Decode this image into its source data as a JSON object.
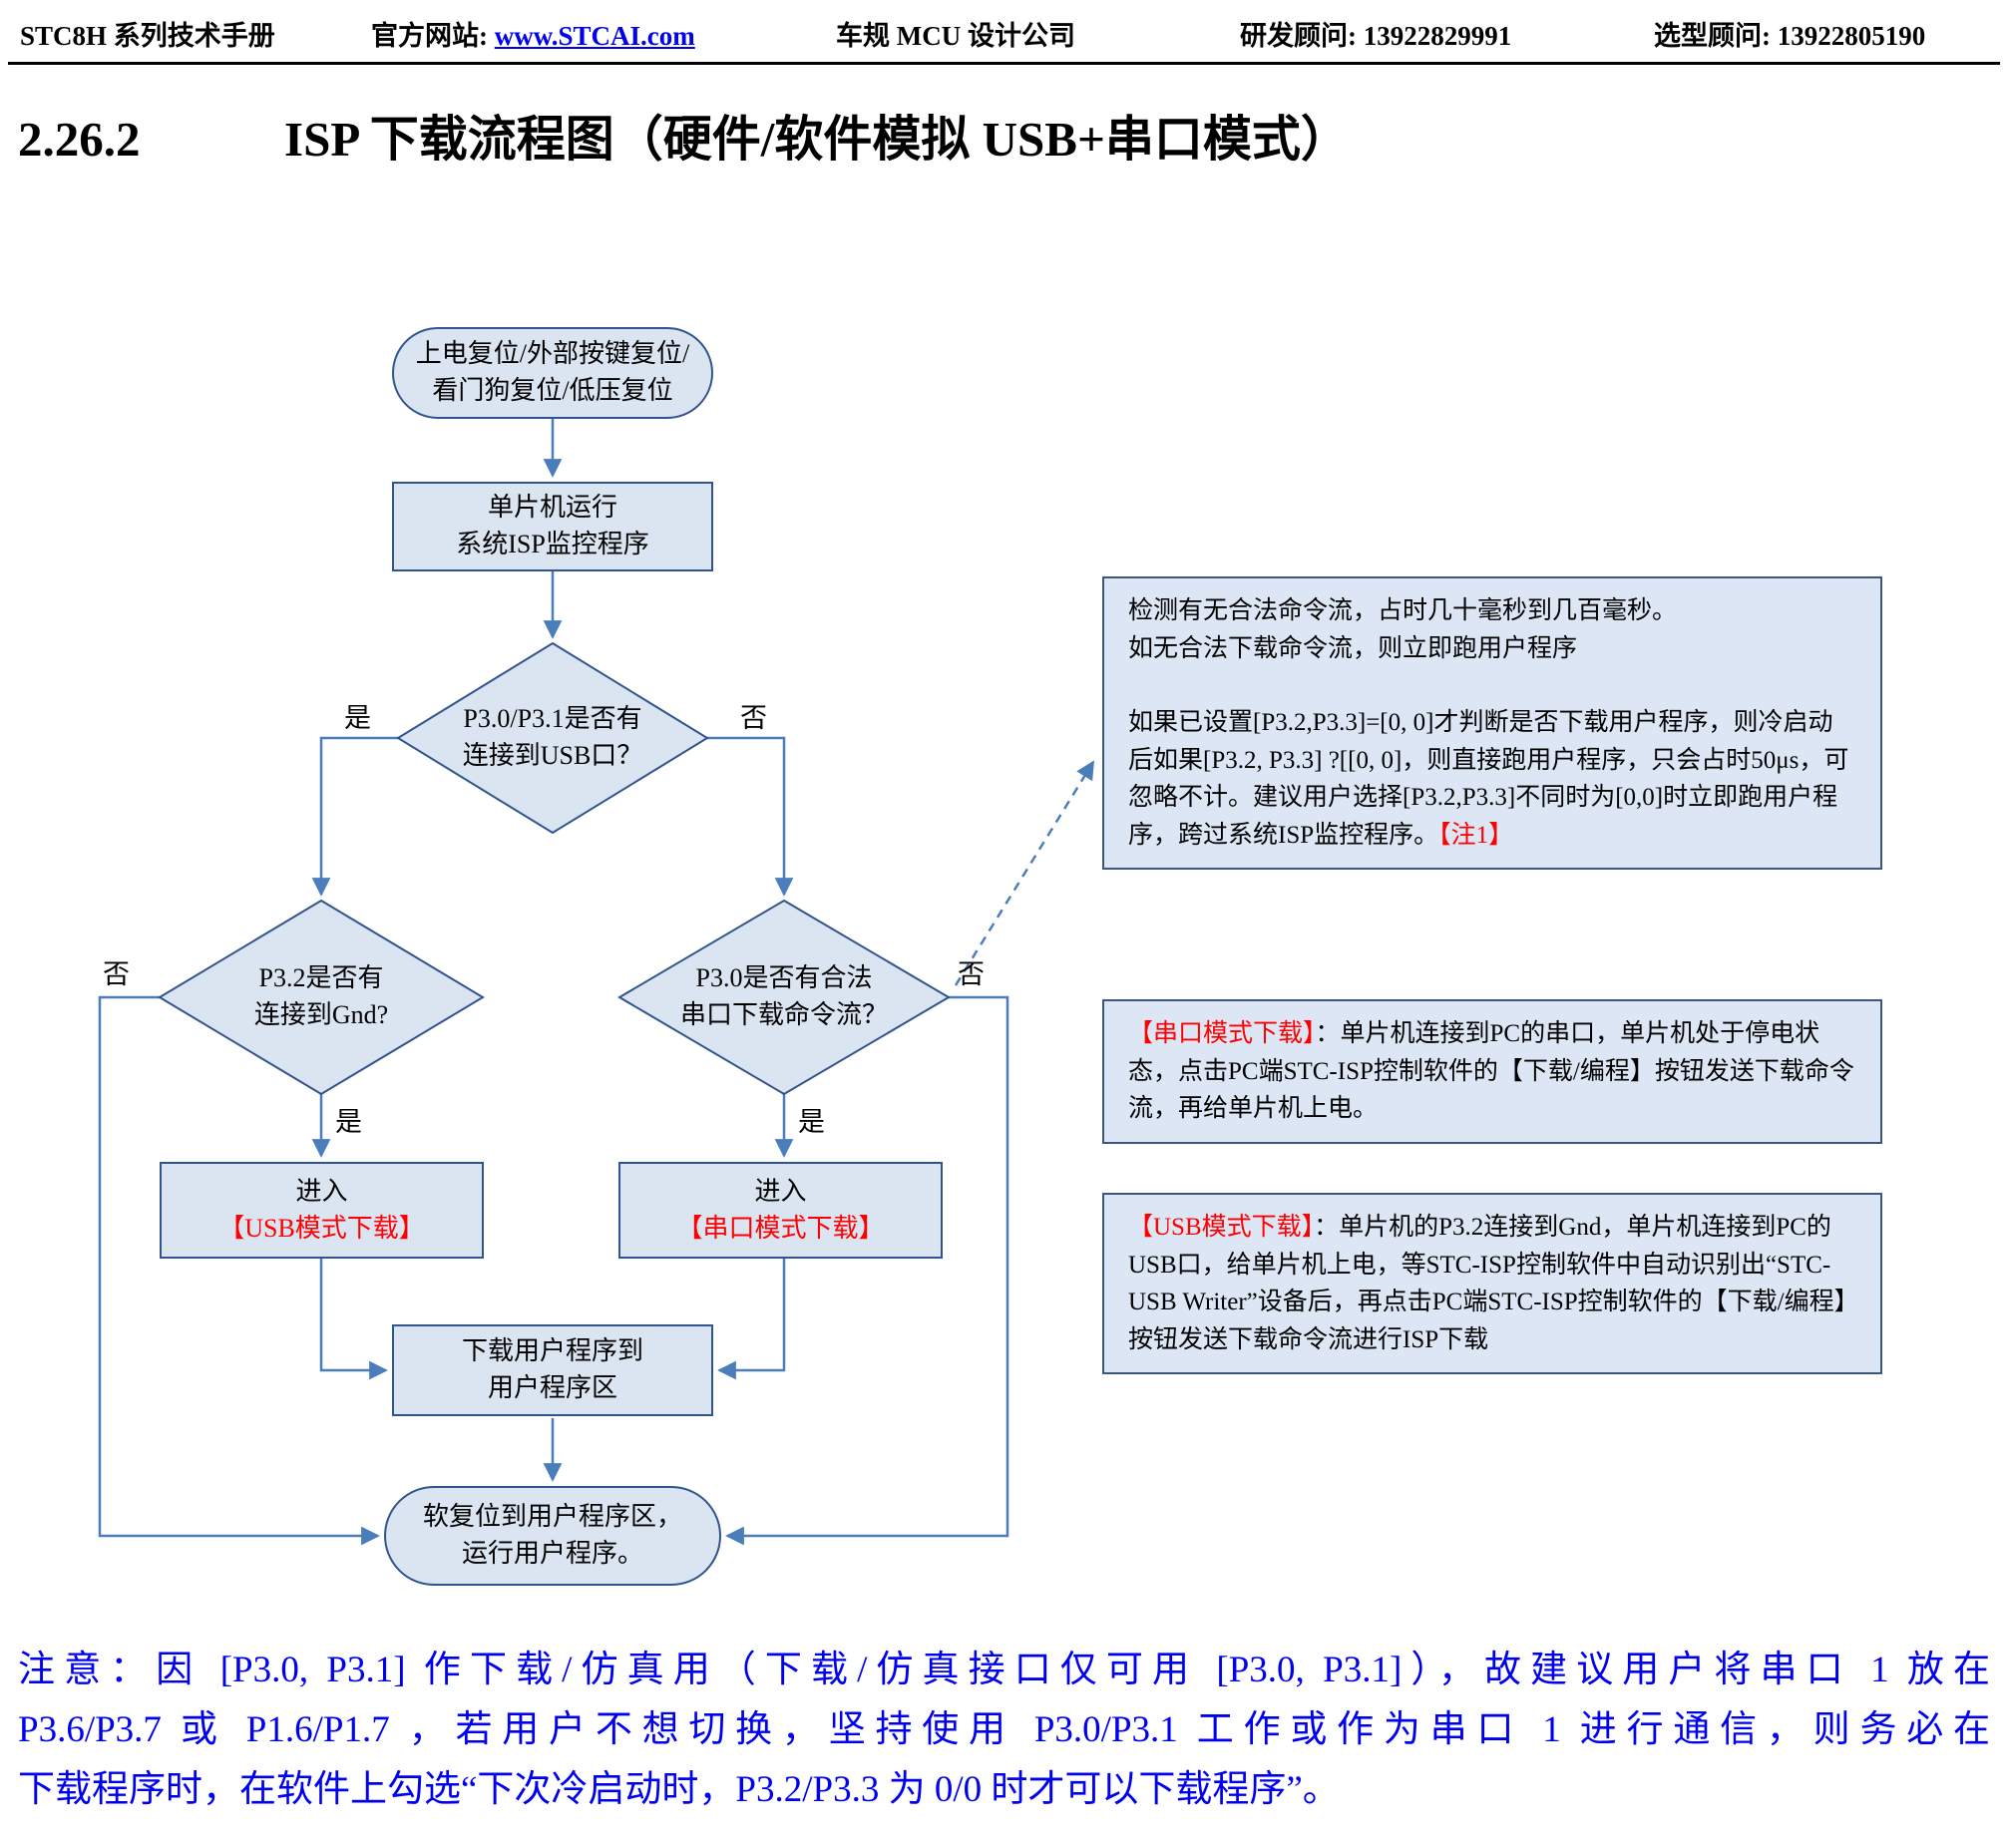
{
  "header": {
    "manual": "STC8H 系列技术手册",
    "site_label": "官方网站: ",
    "site_link": "www.STCAI.com",
    "company": "车规 MCU 设计公司",
    "rd_contact": "研发顾问: 13922829991",
    "sel_contact": "选型顾问: 13922805190"
  },
  "section": {
    "number": "2.26.2",
    "title": "ISP 下载流程图（硬件/软件模拟 USB+串口模式）"
  },
  "flowchart": {
    "start": {
      "line1": "上电复位/外部按键复位/",
      "line2": "看门狗复位/低压复位"
    },
    "run_isp": {
      "line1": "单片机运行",
      "line2": "系统ISP监控程序"
    },
    "dec_usb": {
      "line1": "P3.0/P3.1是否有",
      "line2": "连接到USB口？",
      "yes": "是",
      "no": "否"
    },
    "dec_gnd": {
      "line1": "P3.2是否有",
      "line2": "连接到Gnd?",
      "yes": "是",
      "no": "否"
    },
    "dec_serial": {
      "line1": "P3.0是否有合法",
      "line2": "串口下载命令流？",
      "yes": "是",
      "no": "否"
    },
    "enter_usb": {
      "line1": "进入",
      "line2": "【USB模式下载】"
    },
    "enter_serial": {
      "line1": "进入",
      "line2": "【串口模式下载】"
    },
    "download": {
      "line1": "下载用户程序到",
      "line2": "用户程序区"
    },
    "soft_reset": {
      "line1": "软复位到用户程序区，",
      "line2": "运行用户程序。"
    }
  },
  "notes": {
    "box1": {
      "line1": "检测有无合法命令流，占时几十毫秒到几百毫秒。",
      "line2": "如无合法下载命令流，则立即跑用户程序",
      "para": "如果已设置[P3.2,P3.3]=[0, 0]才判断是否下载用户程序，则冷启动后如果[P3.2, P3.3] ?[[0, 0]，则直接跑用户程序，只会占时50μs，可忽略不计。建议用户选择[P3.2,P3.3]不同时为[0,0]时立即跑用户程序，跨过系统ISP监控程序。",
      "tag": "【注1】"
    },
    "box2": {
      "tag": "【串口模式下载】",
      "text": "：单片机连接到PC的串口，单片机处于停电状态，点击PC端STC-ISP控制软件的【下载/编程】按钮发送下载命令流，再给单片机上电。"
    },
    "box3": {
      "tag": "【USB模式下载】",
      "text": "：单片机的P3.2连接到Gnd，单片机连接到PC的USB口，给单片机上电，等STC-ISP控制软件中自动识别出“STC-USB Writer”设备后，再点击PC端STC-ISP控制软件的【下载/编程】按钮发送下载命令流进行ISP下载"
    }
  },
  "footer_note": {
    "line1": "注意：因 [P3.0, P3.1] 作下载/仿真用（下载/仿真接口仅可用 [P3.0, P3.1]），故建议用户将串口 1 放在",
    "line2": "P3.6/P3.7 或 P1.6/P1.7 ，若用户不想切换，坚持使用 P3.0/P3.1 工作或作为串口 1 进行通信，则务必在",
    "line3": "下载程序时，在软件上勾选“下次冷启动时，P3.2/P3.3 为 0/0 时才可以下载程序”。"
  },
  "colors": {
    "accent_red": "#ff0000",
    "link_blue": "#0000ee",
    "note_blue": "#0000f0",
    "shape_fill": "#dbe5f1",
    "shape_border": "#30548c",
    "connector_blue": "#4a7ebb"
  }
}
